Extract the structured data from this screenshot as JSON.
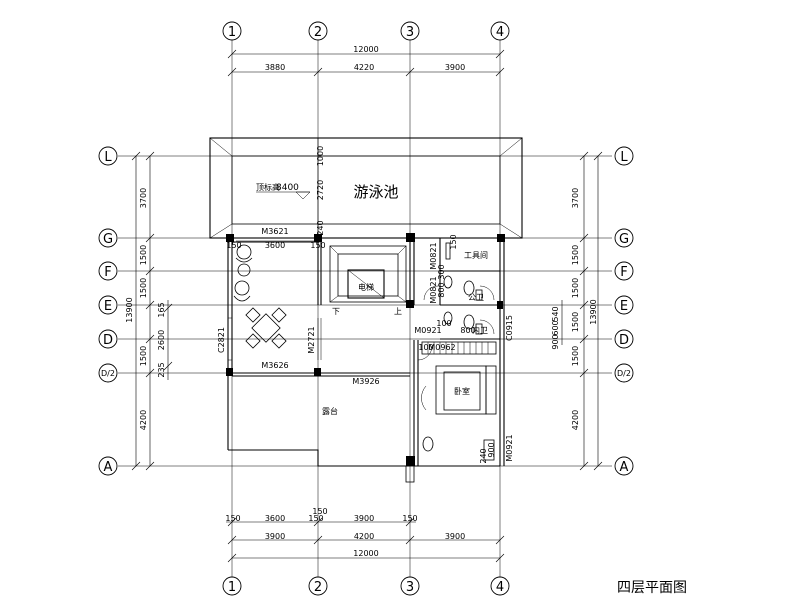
{
  "title": "四层平面图",
  "axes": {
    "numbers": [
      "1",
      "2",
      "3",
      "4"
    ],
    "letters": [
      "L",
      "G",
      "F",
      "E",
      "D",
      "D/2",
      "A"
    ]
  },
  "dims": {
    "top_total": "12000",
    "top_parts": [
      "3880",
      "4220",
      "3900"
    ],
    "bottom_total": "12000",
    "bottom_parts": [
      "3900",
      "4200",
      "3900"
    ],
    "bottom_inner": [
      "150",
      "3600",
      "150",
      "3900",
      "150"
    ],
    "bottom_mark": "150",
    "left_parts": [
      "3700",
      "1500",
      "1500",
      "1500",
      "4200"
    ],
    "left_total": "13900",
    "left_inner": [
      "165",
      "2600",
      "235"
    ],
    "right_parts": [
      "3700",
      "1500",
      "1500",
      "1500",
      "1500",
      "4200"
    ],
    "right_total": "13900",
    "right_inner": [
      "540",
      "600",
      "900"
    ],
    "pool_vertical": [
      "1000",
      "2720",
      "240"
    ],
    "left_small": [
      "150",
      "3600",
      "150"
    ],
    "center_small": [
      "150"
    ],
    "tool_room_dims": [
      "150",
      "300",
      "800"
    ],
    "wc_dims": [
      "800",
      "100",
      "800",
      "100",
      "100"
    ],
    "toilet_dims": [
      "240",
      "900"
    ]
  },
  "rooms": {
    "pool": "游泳池",
    "elevation_label": "顶标高",
    "elevation": "8400",
    "elevator": "电梯",
    "tool_room": "工具间",
    "public_wc": "公卫",
    "private_wc": "内卫",
    "bedroom": "卧室",
    "terrace": "露台",
    "stair_down": "下",
    "stair_up": "上"
  },
  "codes": {
    "m3621": "M3621",
    "m0821a": "M0821",
    "m0821b": "M0821",
    "m0921a": "M0921",
    "m0921b": "M0921",
    "m0962": "M0962",
    "c0915": "C0915",
    "c2821": "C2821",
    "m2721": "M2721",
    "m3626": "M3626",
    "m3926": "M3926"
  }
}
